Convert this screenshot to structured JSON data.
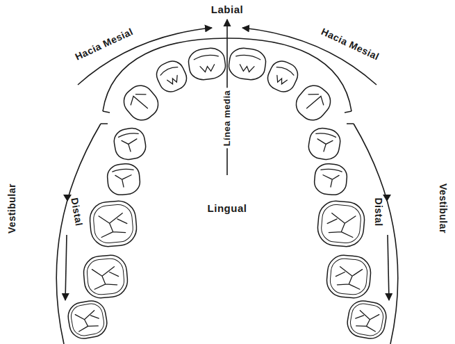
{
  "diagram": {
    "labels": [
      "Labial",
      "Hacia Mesial",
      "Hacia Mesial",
      "Línea media",
      "Vestibular",
      "Distal",
      "Lingual",
      "Distal",
      "Vestibular"
    ]
  }
}
